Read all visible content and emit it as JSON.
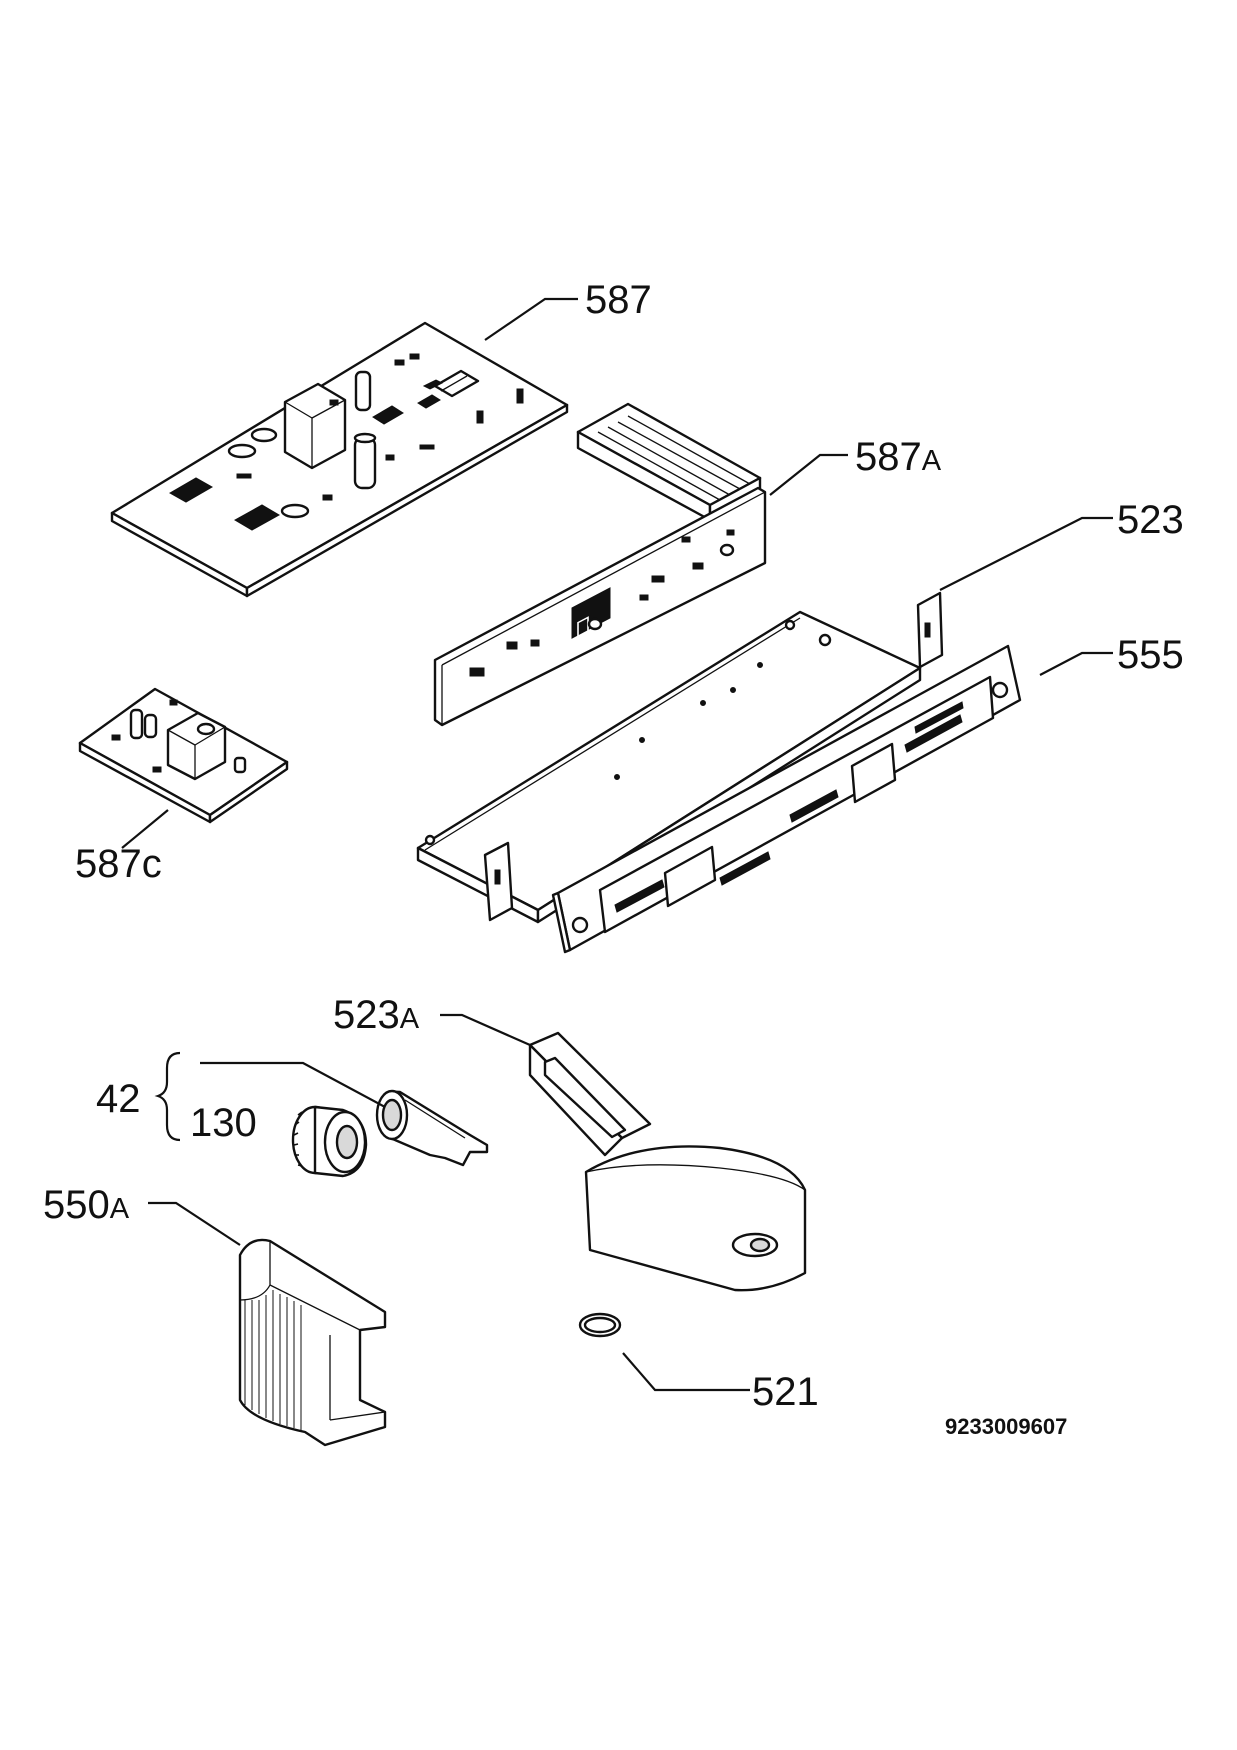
{
  "labels": {
    "p587": "587",
    "p587A_num": "587",
    "p587A_suffix": "A",
    "p523": "523",
    "p555": "555",
    "p587c": "587c",
    "p523A_num": "523",
    "p523A_suffix": "A",
    "p42": "42",
    "p130": "130",
    "p550A_num": "550",
    "p550A_suffix": "A",
    "p521": "521"
  },
  "document_number": "9233009607"
}
